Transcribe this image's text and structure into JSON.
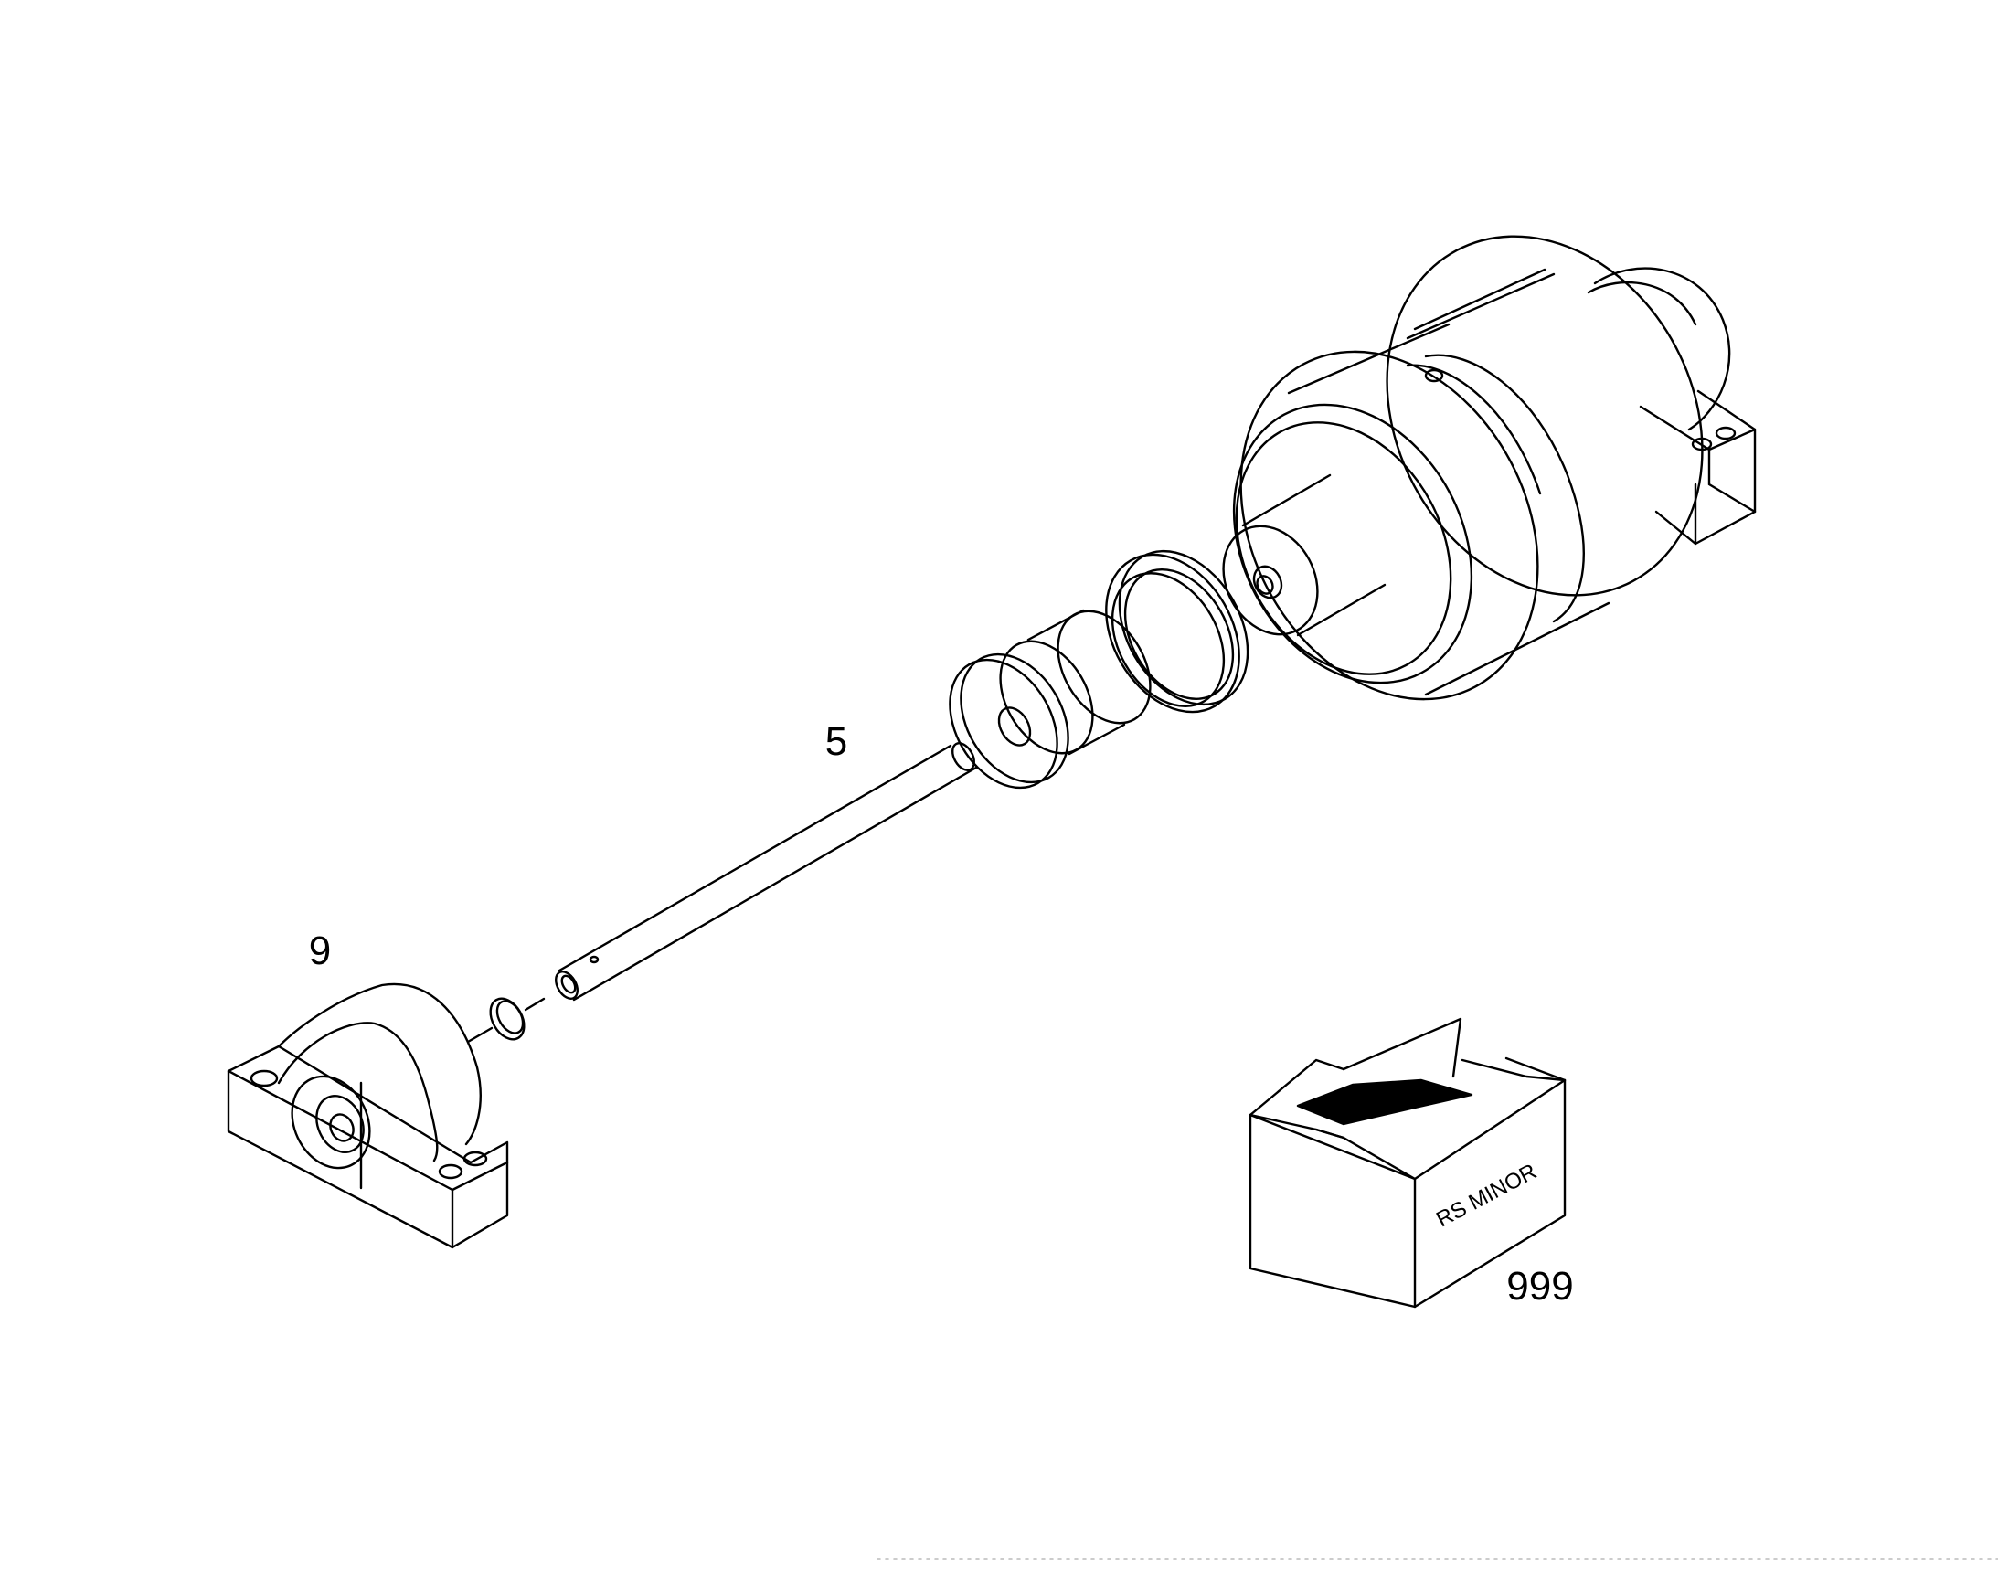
{
  "diagram": {
    "type": "exploded-parts-drawing",
    "callouts": [
      {
        "id": "item-5",
        "text": "5"
      },
      {
        "id": "item-9",
        "text": "9"
      },
      {
        "id": "item-999",
        "text": "999"
      }
    ],
    "box_label": "RS MINOR"
  }
}
